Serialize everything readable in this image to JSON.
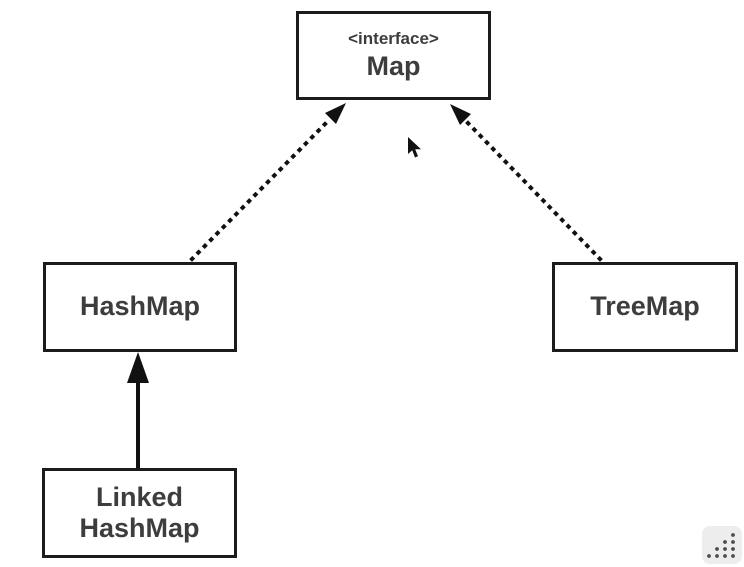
{
  "diagram": {
    "type": "uml-class-hierarchy",
    "nodes": {
      "map": {
        "stereotype": "<interface>",
        "label": "Map"
      },
      "hashmap": {
        "label": "HashMap"
      },
      "treemap": {
        "label": "TreeMap"
      },
      "linkedhashmap": {
        "label": "Linked HashMap",
        "lines": [
          "Linked",
          "HashMap"
        ]
      }
    },
    "edges": [
      {
        "from": "HashMap",
        "to": "Map",
        "style": "dotted",
        "type": "realization",
        "arrowhead": "filled-triangle"
      },
      {
        "from": "TreeMap",
        "to": "Map",
        "style": "dotted",
        "type": "realization",
        "arrowhead": "filled-triangle"
      },
      {
        "from": "Linked HashMap",
        "to": "HashMap",
        "style": "solid",
        "type": "inheritance",
        "arrowhead": "filled-triangle"
      }
    ],
    "colors": {
      "background": "#ffffff",
      "node_fill": "#ffffff",
      "node_border": "#1c1c1c",
      "text": "#3d3d3d",
      "edge": "#111111",
      "grip_background": "#ededed",
      "grip_dots": "#4d4d4d"
    }
  }
}
